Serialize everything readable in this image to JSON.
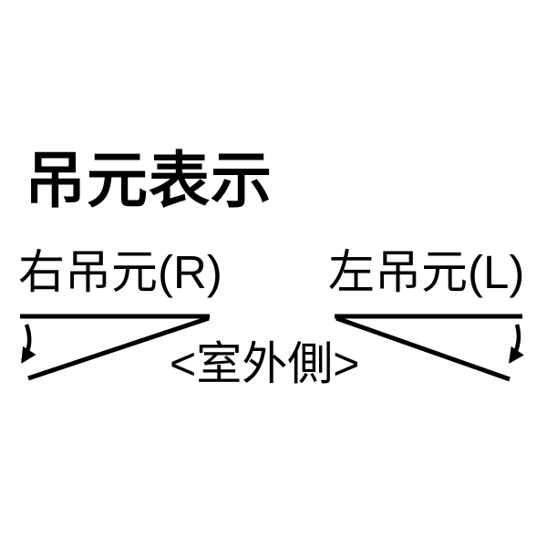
{
  "colors": {
    "background": "#ffffff",
    "ink": "#000000"
  },
  "title": "吊元表示",
  "center_label": "<室外側>",
  "diagrams": {
    "right_hinge": {
      "label": "右吊元(R)",
      "icon": "curved-swing-arrow"
    },
    "left_hinge": {
      "label": "左吊元(L)",
      "icon": "curved-swing-arrow"
    }
  }
}
